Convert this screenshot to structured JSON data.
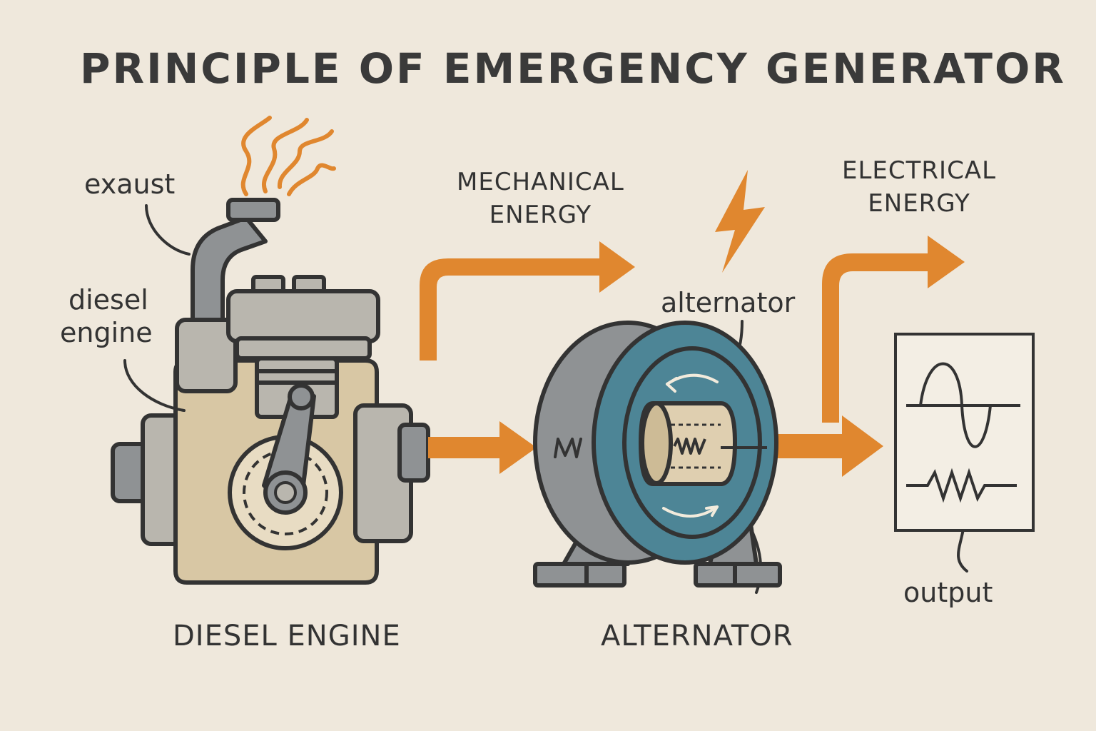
{
  "title": "PRINCIPLE OF EMERGENCY GENERATOR",
  "labels": {
    "exhaust": "exaust",
    "diesel_engine_small_line1": "diesel",
    "diesel_engine_small_line2": "engine",
    "mechanical_energy_line1": "MECHANICAL",
    "mechanical_energy_line2": "ENERGY",
    "electrical_energy_line1": "ELECTRICAL",
    "electrical_energy_line2": "ENERGY",
    "alternator_small": "alternator",
    "output": "output",
    "diesel_engine_caption": "DIESEL ENGINE",
    "alternator_caption": "ALTERNATOR"
  },
  "colors": {
    "background": "#efe8dc",
    "outline": "#333333",
    "orange": "#e0872f",
    "engine_block": "#d8c7a4",
    "grey": "#b9b6ae",
    "dark_grey": "#8f9294",
    "teal": "#4d8596",
    "rotor": "#dfcfb0"
  }
}
